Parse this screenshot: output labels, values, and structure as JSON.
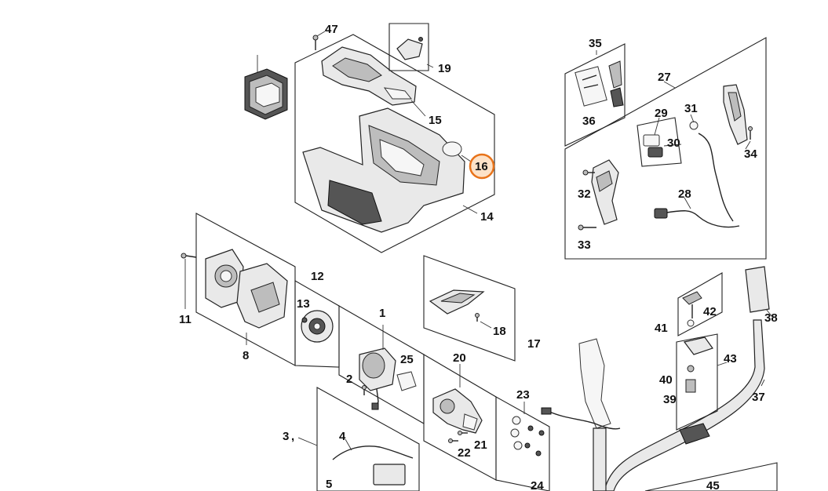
{
  "highlight_color": "#e8731a",
  "labels": {
    "p1": "1",
    "p2": "2",
    "p3": "3",
    "p3_sep": ",",
    "p4": "4",
    "p5": "5",
    "p8": "8",
    "p11": "11",
    "p12": "12",
    "p13": "13",
    "p14": "14",
    "p15": "15",
    "p16": "16",
    "p17": "17",
    "p18": "18",
    "p19": "19",
    "p20": "20",
    "p21": "21",
    "p22": "22",
    "p23": "23",
    "p24": "24",
    "p25": "25",
    "p27": "27",
    "p28": "28",
    "p29": "29",
    "p30": "30",
    "p31": "31",
    "p32": "32",
    "p33": "33",
    "p34": "34",
    "p35": "35",
    "p36": "36",
    "p37": "37",
    "p38": "38",
    "p39": "39",
    "p40": "40",
    "p41": "41",
    "p42": "42",
    "p43": "43",
    "p45": "45",
    "p47": "47"
  },
  "highlighted_part": "16",
  "icons": {
    "battery": "battery-pack-icon",
    "screw": "screw-icon"
  }
}
